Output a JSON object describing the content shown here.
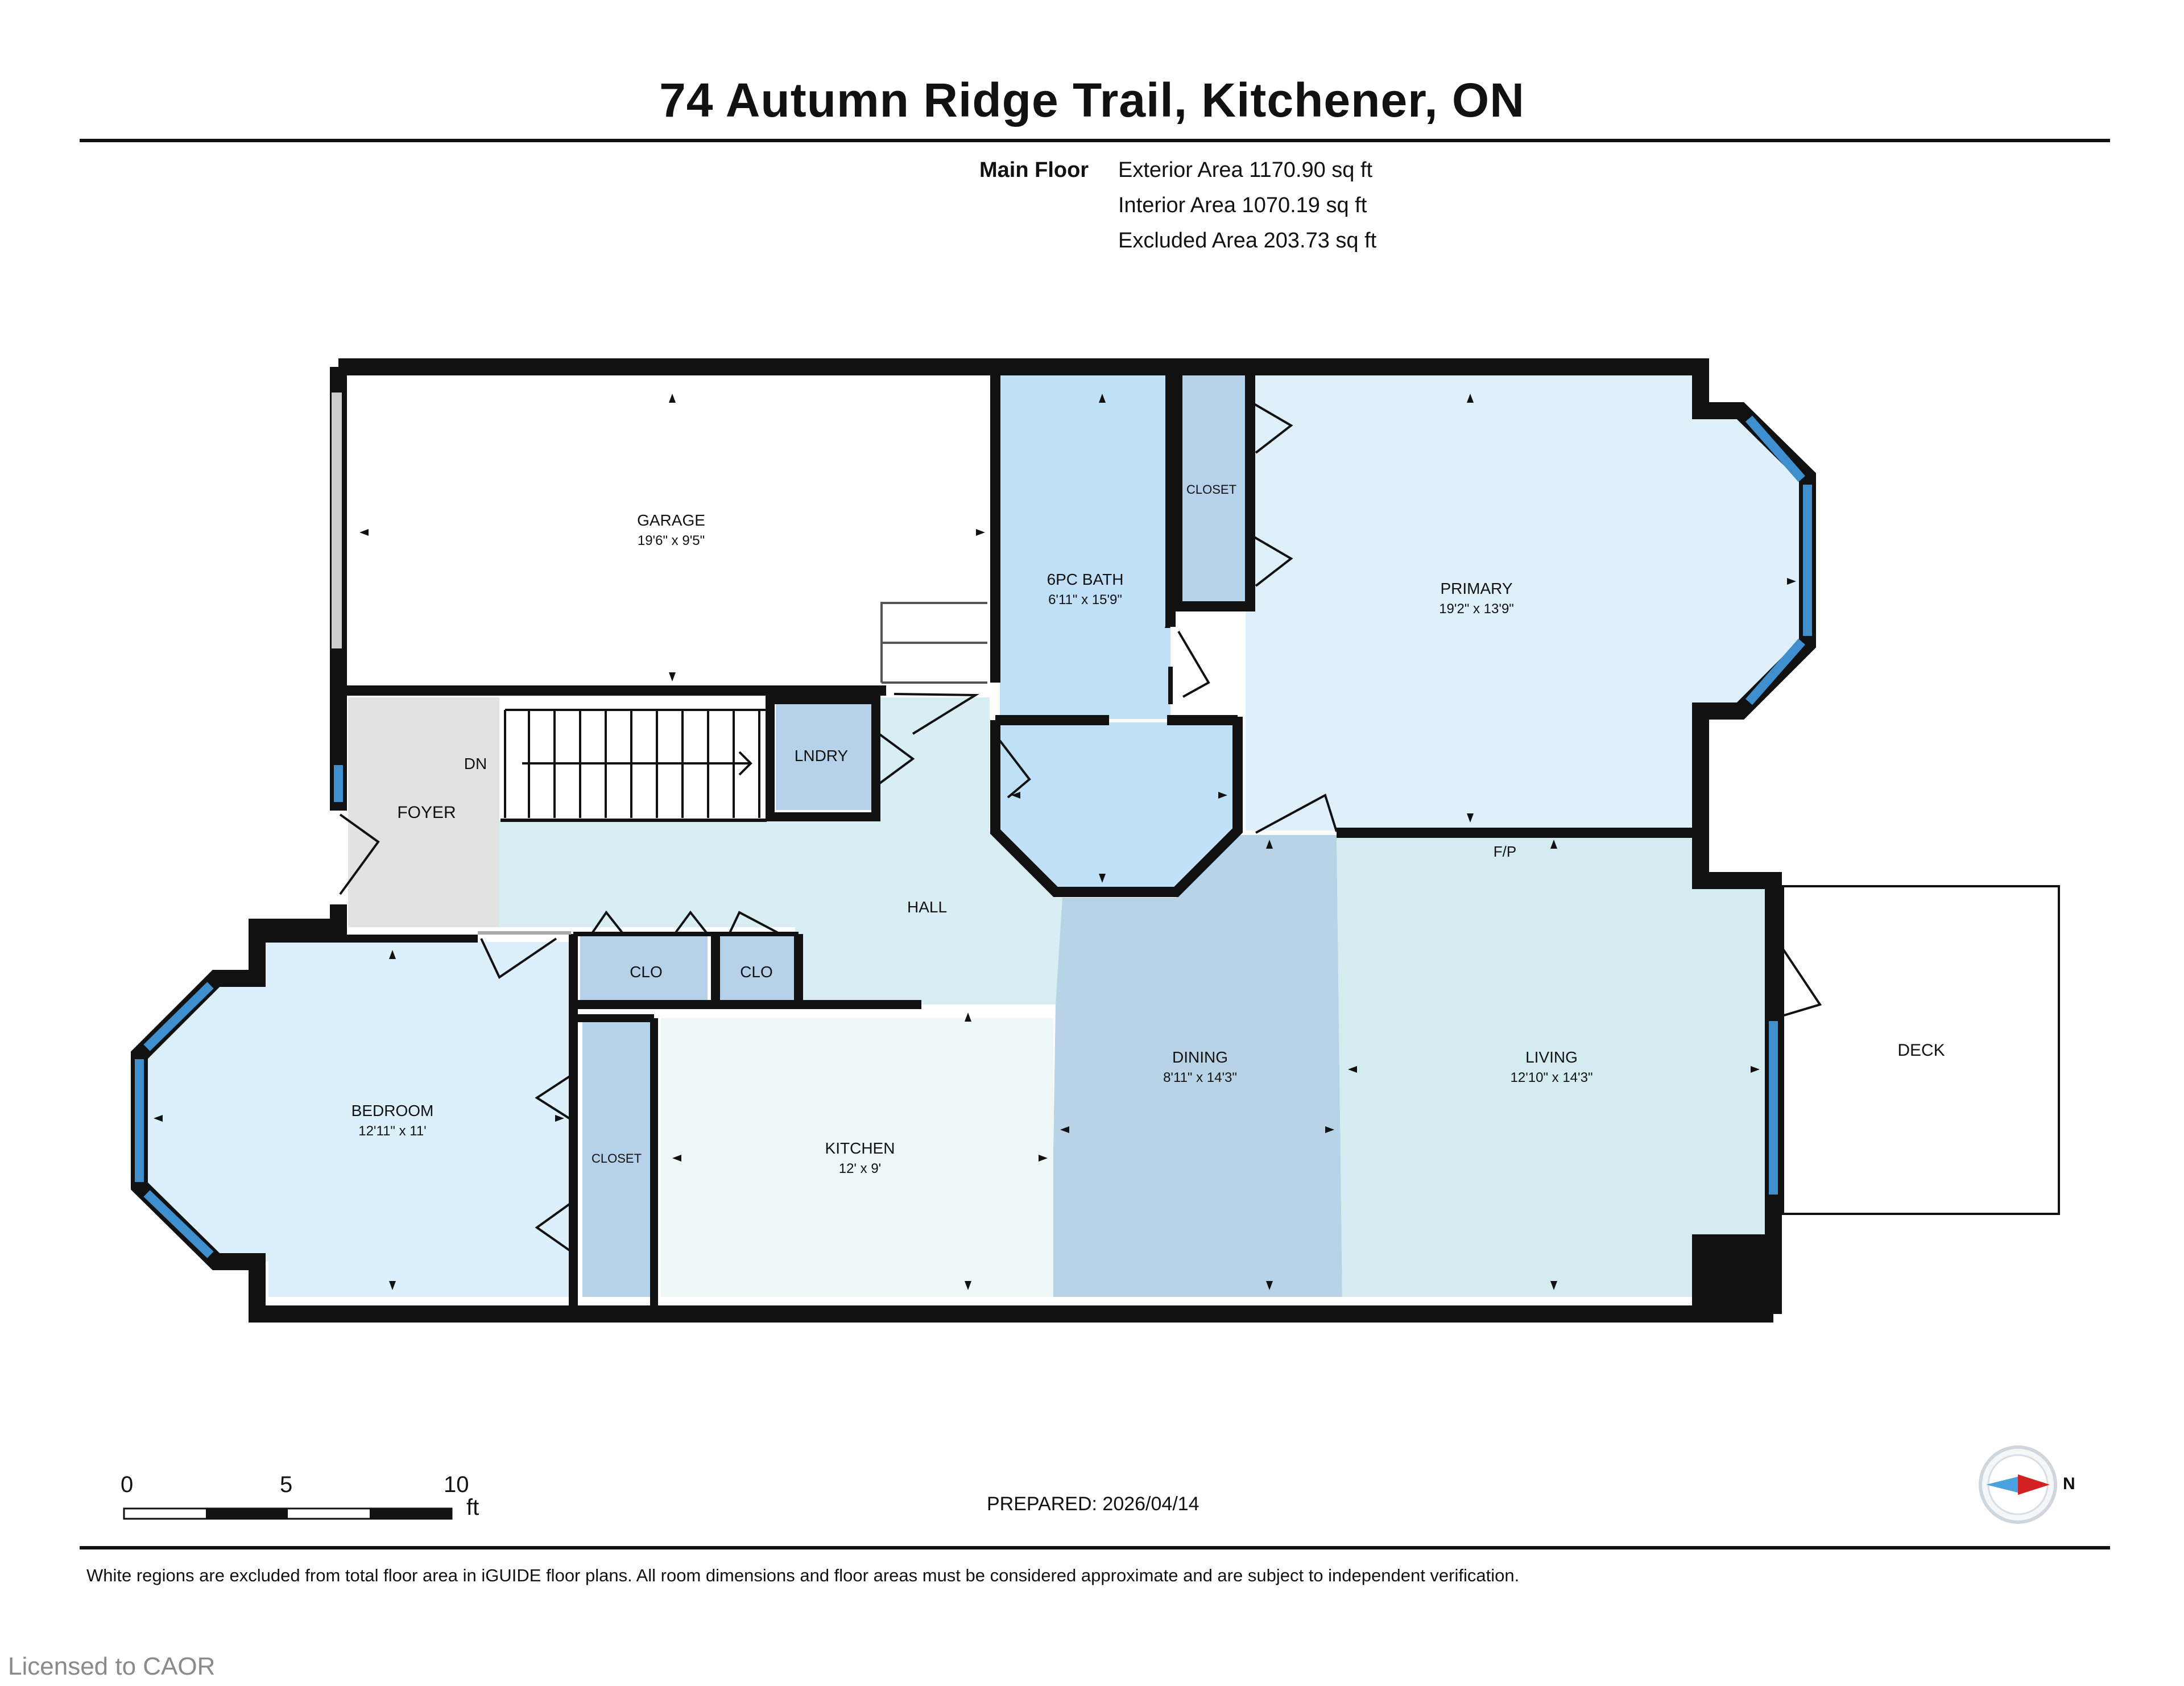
{
  "header": {
    "title": "74 Autumn Ridge Trail, Kitchener, ON"
  },
  "areas": {
    "floor_label": "Main Floor",
    "exterior": "Exterior Area 1170.90 sq ft",
    "interior": "Interior Area 1070.19 sq ft",
    "excluded": "Excluded Area 203.73 sq ft"
  },
  "rooms": {
    "garage": {
      "name": "GARAGE",
      "dims": "19'6\" x 9'5\""
    },
    "bath": {
      "name": "6PC BATH",
      "dims": "6'11\" x 15'9\""
    },
    "closet_primary": {
      "name": "CLOSET"
    },
    "primary": {
      "name": "PRIMARY",
      "dims": "19'2\" x 13'9\""
    },
    "dn": {
      "name": "DN"
    },
    "lndry": {
      "name": "LNDRY"
    },
    "foyer": {
      "name": "FOYER"
    },
    "hall": {
      "name": "HALL"
    },
    "fp": {
      "name": "F/P"
    },
    "clo1": {
      "name": "CLO"
    },
    "clo2": {
      "name": "CLO"
    },
    "dining": {
      "name": "DINING",
      "dims": "8'11\" x 14'3\""
    },
    "living": {
      "name": "LIVING",
      "dims": "12'10\" x 14'3\""
    },
    "deck": {
      "name": "DECK"
    },
    "bedroom": {
      "name": "BEDROOM",
      "dims": "12'11\" x 11'"
    },
    "closet_bedroom": {
      "name": "CLOSET"
    },
    "kitchen": {
      "name": "KITCHEN",
      "dims": "12' x 9'"
    }
  },
  "colors": {
    "wall": "#111111",
    "window": "#3f8fcf",
    "primary_fill": "#dff0fb",
    "bath_fill": "#bfe0f7",
    "closet_fill": "#b6d2ea",
    "foyer_fill": "#e2e2e2",
    "hall_fill": "#d8eef2",
    "dining_fill": "#b9d3e6",
    "living_fill": "#d4ecef",
    "kitchen_fill": "#edf7f8",
    "bedroom_fill": "#dcf0fb"
  },
  "scale": {
    "ticks": [
      "0",
      "5",
      "10"
    ],
    "unit": "ft"
  },
  "footer": {
    "prepared": "PREPARED: 2026/04/14",
    "disclaimer": "White regions are excluded from total floor area in iGUIDE floor plans. All room dimensions and floor areas must be considered approximate and are subject to independent verification.",
    "licensed": "Licensed to CAOR",
    "compass_label": "N"
  }
}
